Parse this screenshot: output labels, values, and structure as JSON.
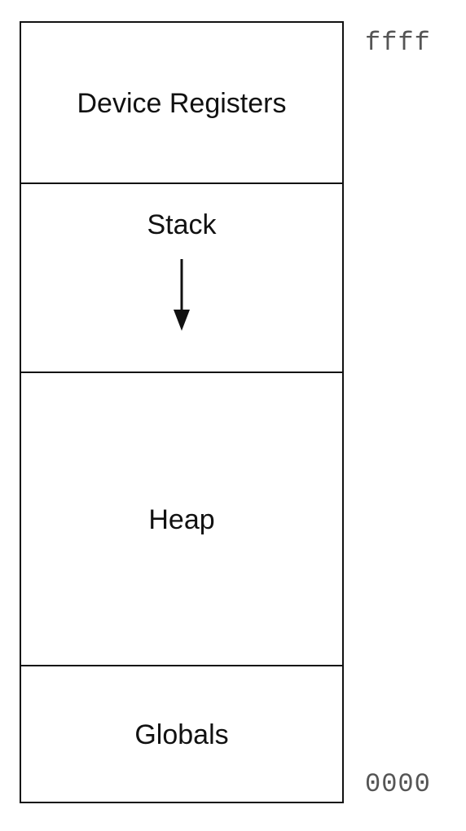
{
  "memory_map": {
    "regions": [
      {
        "label": "Device Registers"
      },
      {
        "label": "Stack",
        "growth_direction": "down"
      },
      {
        "label": "Heap"
      },
      {
        "label": "Globals"
      }
    ],
    "addresses": {
      "top": "ffff",
      "bottom": "0000"
    }
  },
  "colors": {
    "line": "#111111",
    "text": "#111111",
    "address_text": "#555555",
    "background": "#ffffff"
  }
}
